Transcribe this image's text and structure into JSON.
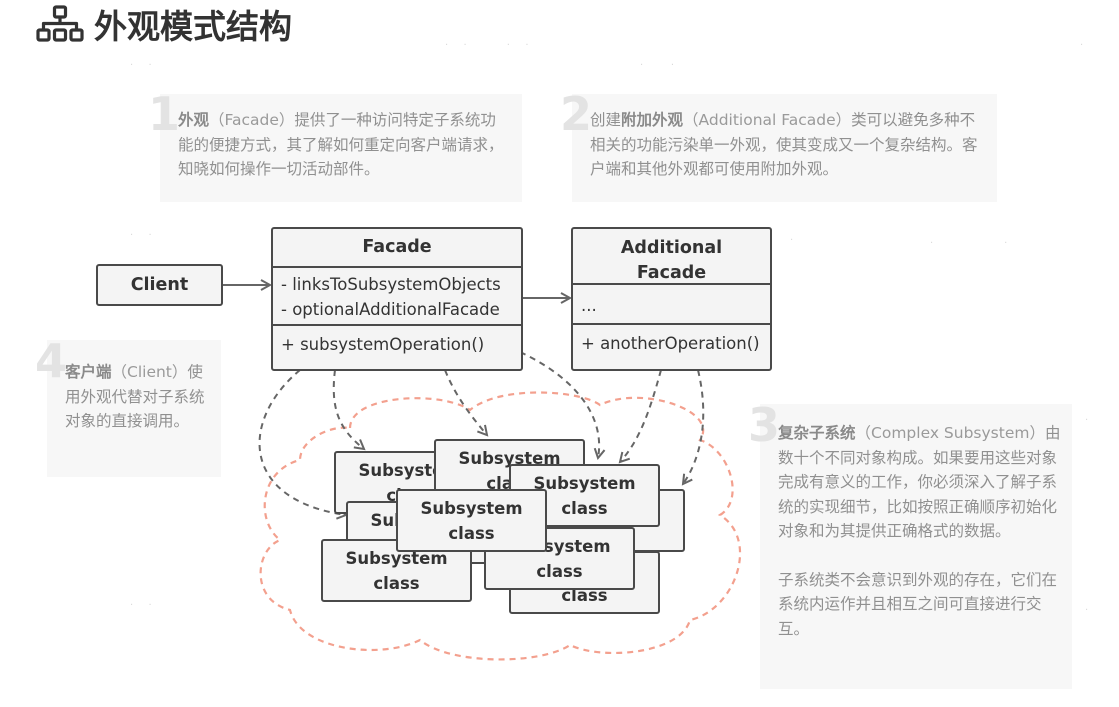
{
  "title": "外观模式结构",
  "title_icon": "hierarchy-icon",
  "colors": {
    "cloud": "#f3a08e",
    "box_fill": "#f4f4f4",
    "box_border": "#4a4a4a",
    "arrow": "#666666",
    "note_bg": "#f7f7f7"
  },
  "notes": {
    "n1": {
      "number": "1",
      "bold": "外观",
      "paren": "（Facade）",
      "rest": "提供了一种访问特定子系统功能的便捷方式，其了解如何重定向客户端请求，知晓如何操作一切活动部件。"
    },
    "n2": {
      "number": "2",
      "pre": "创建",
      "bold": "附加外观",
      "paren": "（Additional Facade）",
      "rest": "类可以避免多种不相关的功能污染单一外观，使其变成又一个复杂结构。客户端和其他外观都可使用附加外观。"
    },
    "n3": {
      "number": "3",
      "bold": "复杂子系统",
      "paren": "（Complex Subsystem）",
      "rest": "由数十个不同对象构成。如果要用这些对象完成有意义的工作，你必须深入了解子系统的实现细节，比如按照正确顺序初始化对象和为其提供正确格式的数据。",
      "para2": "子系统类不会意识到外观的存在，它们在系统内运作并且相互之间可直接进行交互。"
    },
    "n4": {
      "number": "4",
      "bold": "客户端",
      "paren": "（Client）",
      "rest": "使用外观代替对子系统对象的直接调用。"
    }
  },
  "client": {
    "label": "Client"
  },
  "facade": {
    "name": "Facade",
    "field1": "- linksToSubsystemObjects",
    "field2": "- optionalAdditionalFacade",
    "method": "+ subsystemOperation()"
  },
  "additional": {
    "name_line1": "Additional",
    "name_line2": "Facade",
    "fields": "...",
    "method": "+ anotherOperation()"
  },
  "subsystem": {
    "line1": "Subsystem",
    "line2": "class"
  }
}
